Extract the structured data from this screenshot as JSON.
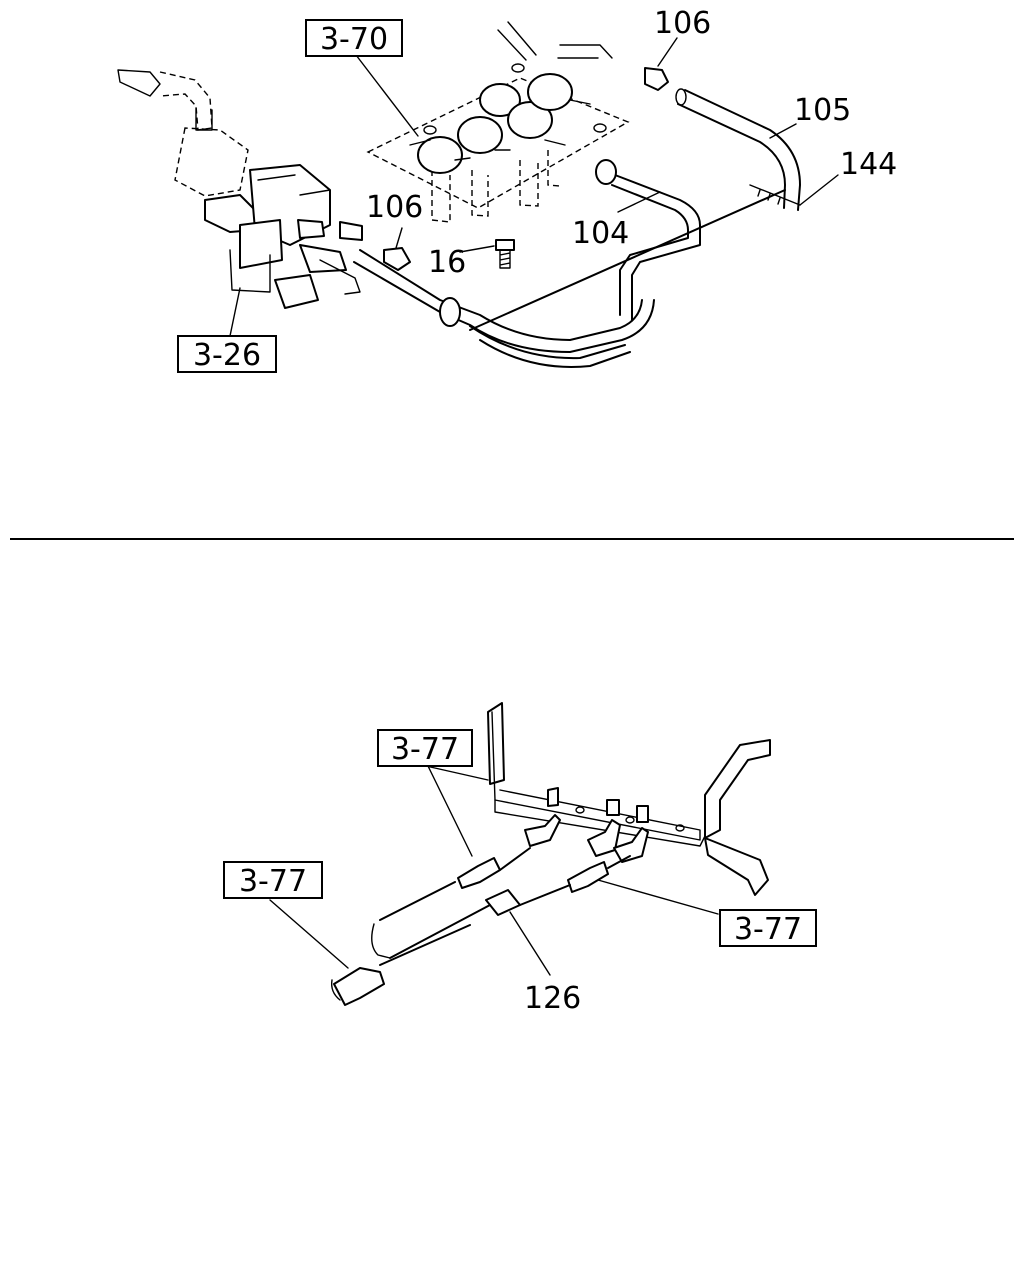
{
  "upper_diagram": {
    "callouts": {
      "ref_3_70": "3-70",
      "ref_3_26": "3-26",
      "part_106_top": "106",
      "part_105": "105",
      "part_144": "144",
      "part_106_mid": "106",
      "part_104": "104",
      "part_16": "16"
    }
  },
  "lower_diagram": {
    "callouts": {
      "ref_3_77_top": "3-77",
      "ref_3_77_left": "3-77",
      "ref_3_77_right": "3-77",
      "part_126": "126"
    }
  }
}
